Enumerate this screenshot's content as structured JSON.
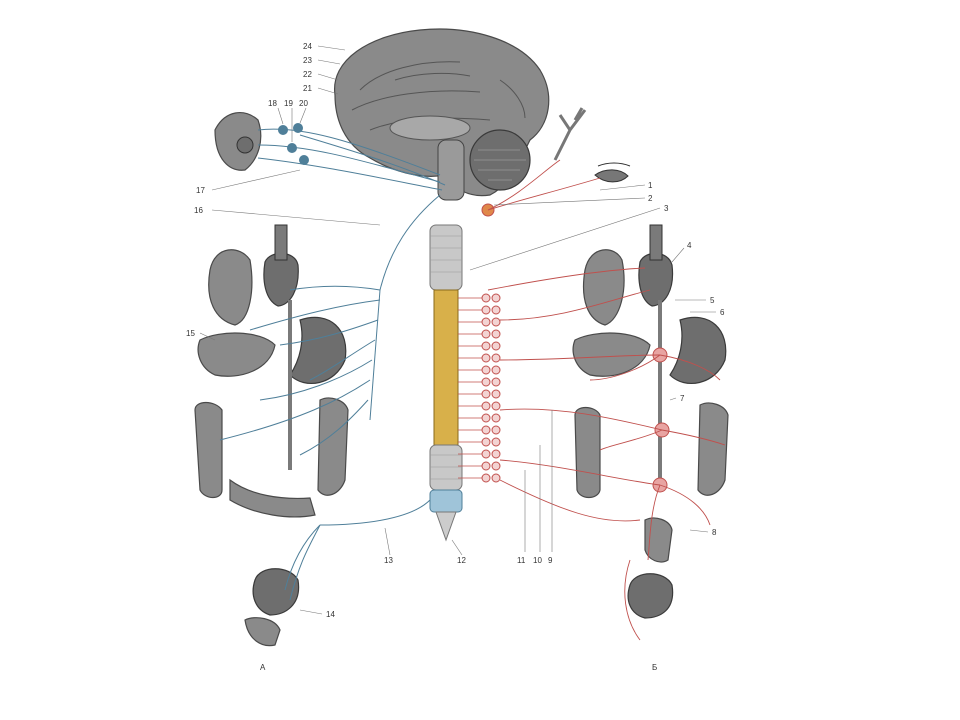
{
  "figure": {
    "labels": {
      "n1": "1",
      "n2": "2",
      "n3": "3",
      "n4": "4",
      "n5": "5",
      "n6": "6",
      "n7": "7",
      "n8": "8",
      "n9": "9",
      "n10": "10",
      "n11": "11",
      "n12": "12",
      "n13": "13",
      "n14": "14",
      "n15": "15",
      "n16": "16",
      "n17": "17",
      "n18": "18",
      "n19": "19",
      "n20": "20",
      "n21": "21",
      "n22": "22",
      "n23": "23",
      "n24": "24",
      "panel_a": "A",
      "panel_b": "Б"
    },
    "colors": {
      "parasympathetic": "#4f7f99",
      "sympathetic": "#c0504d",
      "spinal_cord": "#d8b04a",
      "organ": "#8a8a8a"
    }
  }
}
